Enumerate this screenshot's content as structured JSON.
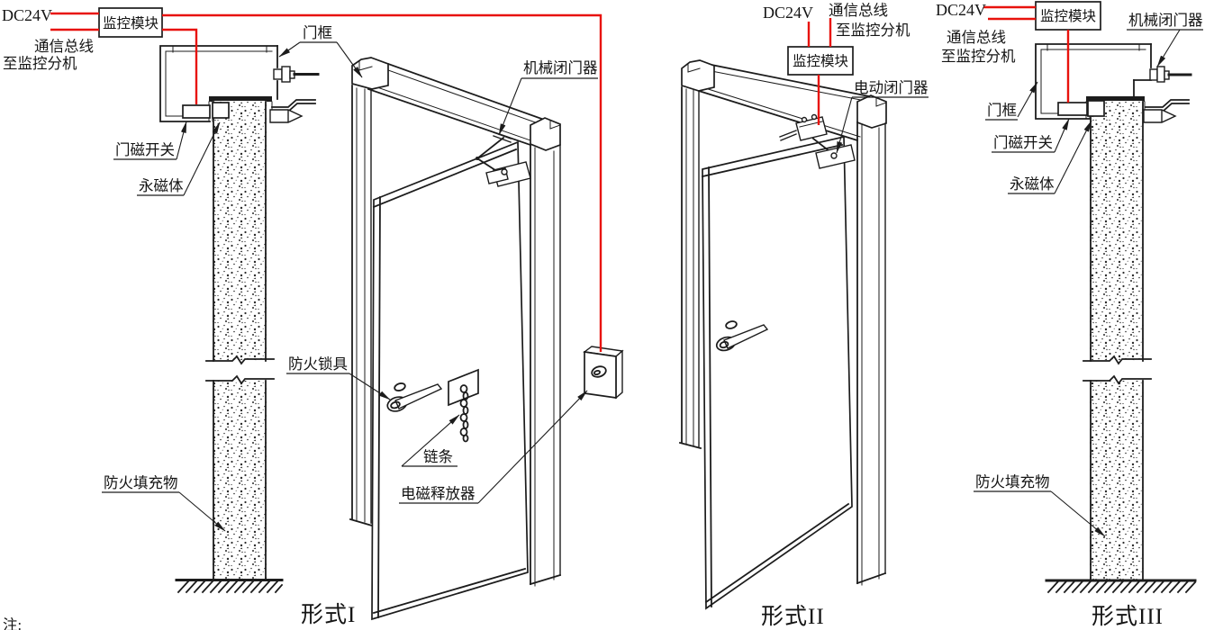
{
  "colors": {
    "wire": "#e8120c",
    "ink": "#1c1c1c",
    "bg": "#ffffff"
  },
  "note_label": "注:",
  "left_detail": {
    "dc24v": "DC24V",
    "module": "监控模块",
    "bus_line1": "通信总线",
    "bus_line2": "至监控分机",
    "door_frame": "门框",
    "door_switch": "门磁开关",
    "magnet": "永磁体",
    "fire_filling": "防火填充物"
  },
  "form1": {
    "caption": "形式I",
    "mech_closer": "机械闭门器",
    "fire_lock": "防火锁具",
    "chain": "链条",
    "em_release": "电磁释放器"
  },
  "form2": {
    "caption": "形式II",
    "dc24v": "DC24V",
    "bus_line1": "通信总线",
    "bus_line2": "至监控分机",
    "module": "监控模块",
    "elec_closer": "电动闭门器"
  },
  "form3": {
    "caption": "形式III",
    "dc24v": "DC24V",
    "module": "监控模块",
    "mech_closer": "机械闭门器",
    "bus_line1": "通信总线",
    "bus_line2": "至监控分机",
    "door_frame": "门框",
    "door_switch": "门磁开关",
    "magnet": "永磁体",
    "fire_filling": "防火填充物"
  }
}
